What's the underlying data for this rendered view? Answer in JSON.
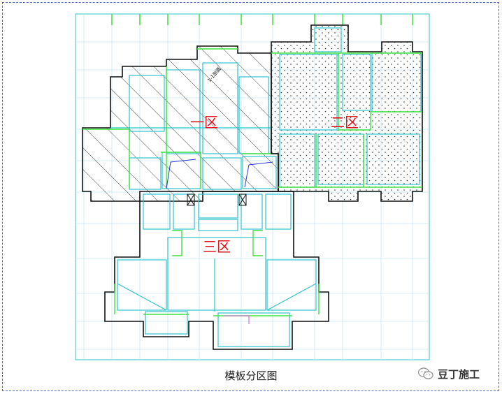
{
  "diagram": {
    "zones": [
      {
        "id": "zone-1",
        "label": "一区"
      },
      {
        "id": "zone-2",
        "label": "二区"
      },
      {
        "id": "zone-3",
        "label": "三区"
      }
    ],
    "annotation": "1-1剖面",
    "caption": "模板分区图",
    "colors": {
      "zone_label": "#e3141b",
      "border": "#4a67c9",
      "wall_outline": "#111111",
      "wall_cyan": "#2fc3cf",
      "beam_green": "#3ee23e",
      "grid_light": "#c5e6f0",
      "accent_blue": "#2f36d6",
      "accent_magenta": "#d24fd2"
    }
  },
  "watermark": {
    "text": "豆丁施工",
    "icon": "wechat-icon"
  }
}
